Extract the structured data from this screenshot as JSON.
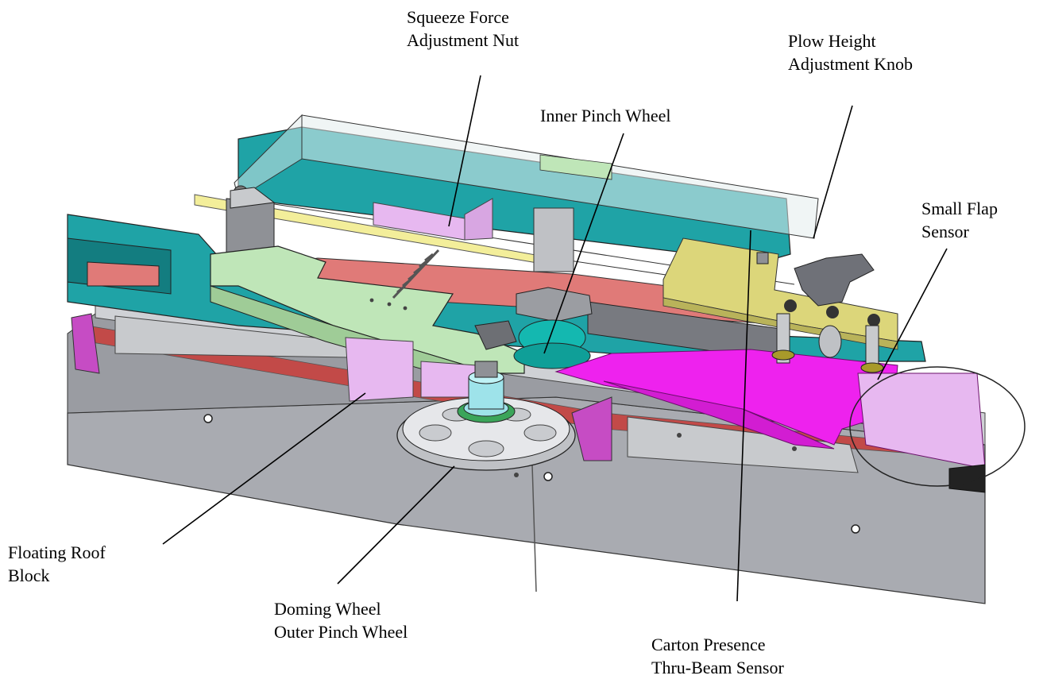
{
  "labels": {
    "squeeze_force": [
      "Squeeze Force",
      "Adjustment Nut"
    ],
    "plow_height": [
      "Plow Height",
      "Adjustment Knob"
    ],
    "inner_pinch": [
      "Inner Pinch Wheel"
    ],
    "small_flap": [
      "Small Flap",
      "Sensor"
    ],
    "floating_roof": [
      "Floating Roof",
      "Block"
    ],
    "doming_wheel": [
      "Doming Wheel",
      "Outer Pinch Wheel"
    ],
    "carton_presence": [
      "Carton Presence",
      "Thru-Beam Sensor"
    ]
  },
  "colors": {
    "teal": "#1fa3a6",
    "teal_dark": "#137d80",
    "salmon": "#e07a78",
    "grey_base": "#a9abb1",
    "grey_dark": "#6f7178",
    "green_arm": "#bfe6b8",
    "yellow_plate": "#dcd67a",
    "magenta": "#ee22ee",
    "lavender": "#e7b8f0",
    "glass": "#e3ecec"
  }
}
